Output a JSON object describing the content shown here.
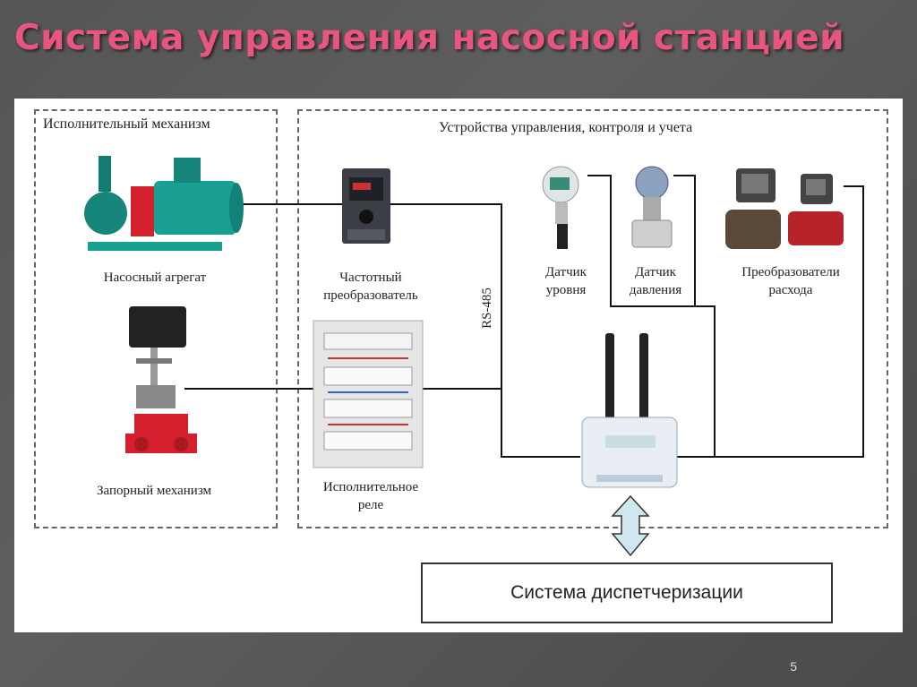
{
  "slide": {
    "title": "Система управления насосной станцией",
    "page_number": "5"
  },
  "diagram": {
    "left_group_title": "Исполнительный механизм",
    "right_group_title": "Устройства управления, контроля и учета",
    "pump_label": "Насосный агрегат",
    "valve_label": "Запорный механизм",
    "vfd_label_line1": "Частотный",
    "vfd_label_line2": "преобразователь",
    "relay_label_line1": "Исполнительное",
    "relay_label_line2": "реле",
    "bus_label": "RS-485",
    "level_sensor_line1": "Датчик",
    "level_sensor_line2": "уровня",
    "pressure_sensor_line1": "Датчик",
    "pressure_sensor_line2": "давления",
    "flow_converters_line1": "Преобразователи",
    "flow_converters_line2": "расхода",
    "dispatch_label": "Система диспетчеризации",
    "colors": {
      "title": "#e8557f",
      "pump_body": "#1aa090",
      "pump_motor_end": "#d4202c",
      "valve_body": "#d4202c",
      "flowmeter_body": "#b8232a",
      "arrow_fill": "#cfe8ef"
    }
  }
}
